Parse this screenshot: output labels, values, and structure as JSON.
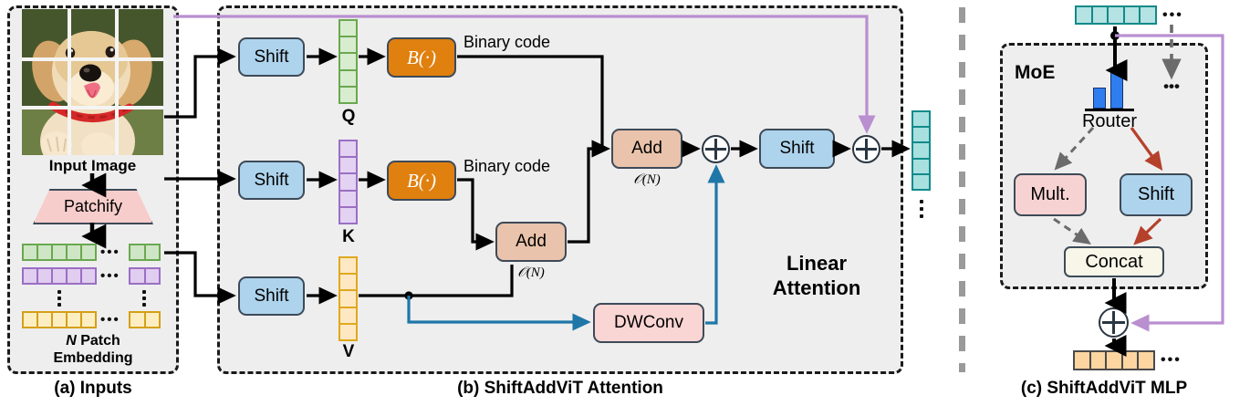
{
  "figure": {
    "title": "ShiftAddViT architecture overview",
    "panels": [
      {
        "id": "a",
        "caption": "(a) Inputs"
      },
      {
        "id": "b",
        "caption": "(b) ShiftAddViT Attention"
      },
      {
        "id": "c",
        "caption": "(c) ShiftAddViT MLP"
      }
    ]
  },
  "inputs": {
    "image_label": "Input Image",
    "patchify_label": "Patchify",
    "embedding_label_line1": "N Patch",
    "embedding_label_line2": "Embedding",
    "embedding_label_italic": "N",
    "ellipsis": "•••",
    "rows": [
      {
        "name": "green-embedding-row",
        "color": "#cfe6c6",
        "border": "#6aa84f",
        "left_cells": 5,
        "right_cells": 2
      },
      {
        "name": "purple-embedding-row",
        "color": "#e0cdf0",
        "border": "#9a6fc4",
        "left_cells": 5,
        "right_cells": 2
      },
      {
        "name": "yellow-embedding-row",
        "color": "#fdeec2",
        "border": "#d4a017",
        "left_cells": 5,
        "right_cells": 2
      }
    ],
    "photo_grid": "3x3"
  },
  "attention": {
    "shift_label": "Shift",
    "binarize_label": "B(·)",
    "binary_code_label": "Binary code",
    "add_label": "Add",
    "complexity_label": "𝒪(N)",
    "dwconv_label": "DWConv",
    "linear_attention_line1": "Linear",
    "linear_attention_line2": "Attention",
    "qkv": [
      {
        "name": "Q",
        "color": "#d8ecd0",
        "border": "#6aa84f",
        "cells": 5
      },
      {
        "name": "K",
        "color": "#e3d2f2",
        "border": "#9a6fc4",
        "cells": 5
      },
      {
        "name": "V",
        "color": "#fde8c3",
        "border": "#e0a81c",
        "cells": 5
      }
    ],
    "output_tokens": {
      "name": "attention-output-tokens",
      "color": "#a8e0e0",
      "border": "#128a8a",
      "cells": 5
    },
    "plus_symbol": "⊕"
  },
  "mlp": {
    "moe_label": "MoE",
    "router_label": "Router",
    "mult_label": "Mult.",
    "shift_label": "Shift",
    "concat_label": "Concat",
    "ellipsis": "•••",
    "input_tokens": {
      "name": "mlp-input-tokens",
      "color": "#b5e2e2",
      "border": "#128a8a",
      "cells": 5
    },
    "output_tokens": {
      "name": "mlp-output-tokens",
      "color": "#fcd5a0",
      "border": "#4a4a4a",
      "cells": 5
    },
    "router_bars": [
      {
        "height_pct": 46
      },
      {
        "height_pct": 92
      }
    ]
  },
  "colors": {
    "shift_box": "#aed3ec",
    "add_box": "#e9c3ab",
    "binarize_box": "#e0800f",
    "dwconv_box": "#f9d5d3",
    "mult_box": "#f6d3d2",
    "concat_box": "#f7f6e8",
    "patchify": "#f6cdcb",
    "panel_bg": "#eeeeee",
    "residual_purple": "#b98fd0",
    "dwconv_arrow_blue": "#1f77a8",
    "router_red": "#b5412b",
    "router_gray": "#6b6b6b",
    "router_bar_blue": "#2f7ef0"
  }
}
